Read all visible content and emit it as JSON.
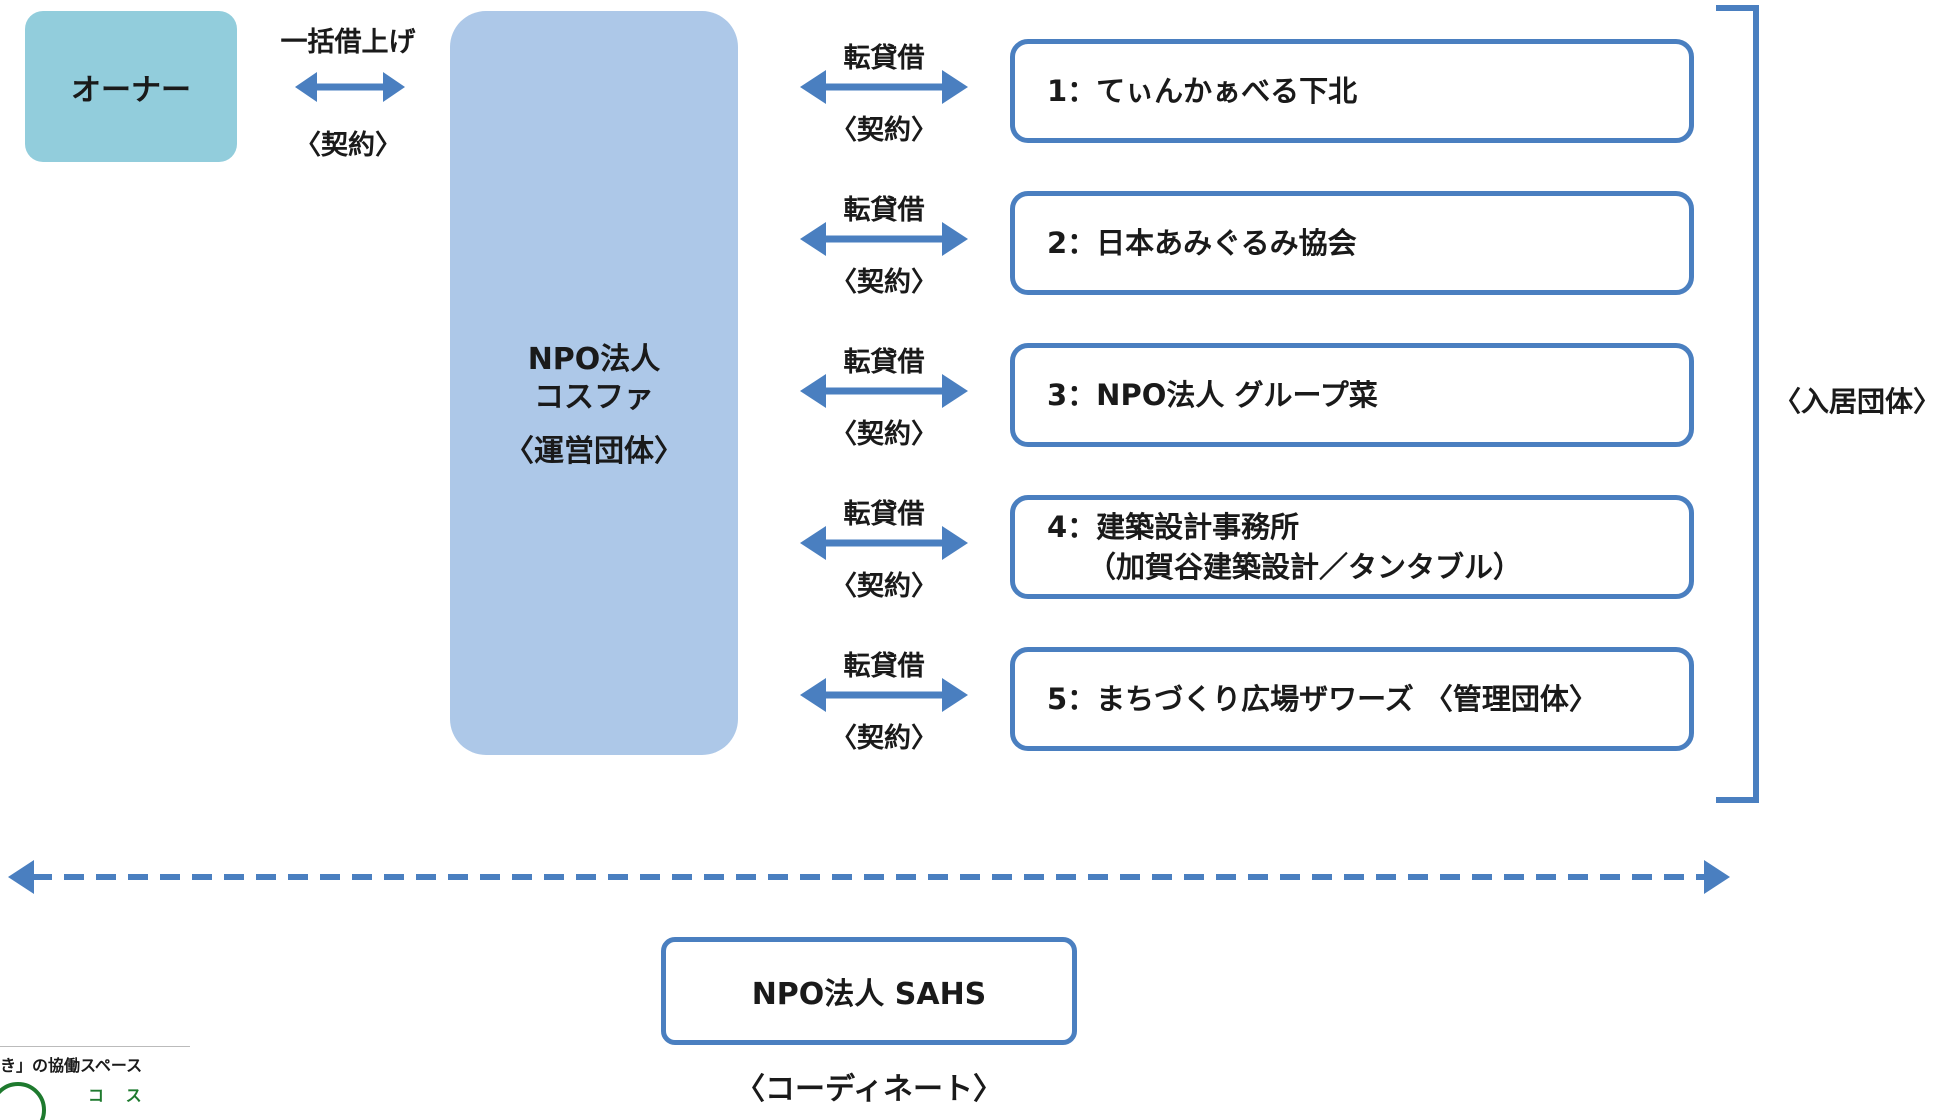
{
  "owner": {
    "label": "オーナー"
  },
  "master_lease": {
    "title": "一括借上げ",
    "contract": "〈契約〉"
  },
  "operator": {
    "line1": "NPO法人",
    "line2": "コスファ",
    "role": "〈運営団体〉"
  },
  "sublease": {
    "title": "転貸借",
    "contract": "〈契約〉"
  },
  "tenants": [
    {
      "line1": "1：てぃんかぁべる下北",
      "line2": ""
    },
    {
      "line1": "2：日本あみぐるみ協会",
      "line2": ""
    },
    {
      "line1": "3：NPO法人 グループ菜",
      "line2": ""
    },
    {
      "line1": "4：建築設計事務所",
      "line2": "（加賀谷建築設計／タンタブル）"
    },
    {
      "line1": "5：まちづくり広場ザワーズ 〈管理団体〉",
      "line2": ""
    }
  ],
  "tenant_group_label": "〈入居団体〉",
  "coordinator": {
    "name": "NPO法人 SAHS",
    "role": "〈コーディネート〉"
  },
  "corner_fragment": {
    "line1": "き」の協働スペース",
    "line2": "コ ス"
  },
  "colors": {
    "owner_fill": "#92cddc",
    "operator_fill": "#adc8e8",
    "accent": "#4a7fc0"
  }
}
